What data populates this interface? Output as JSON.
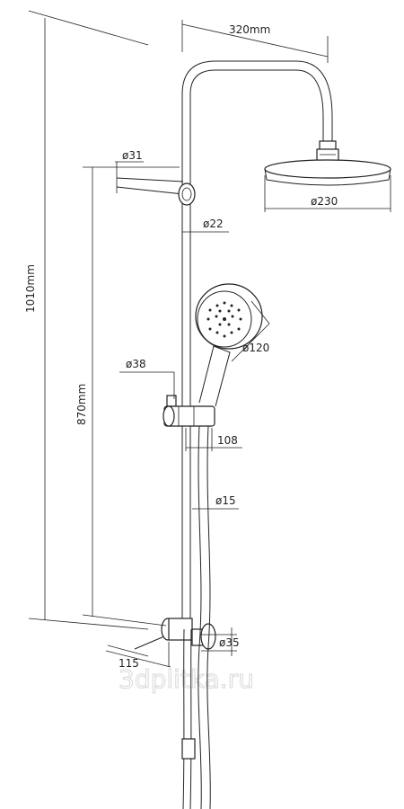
{
  "dimensions": {
    "head_arm_length": "320mm",
    "head_diameter": "ø230",
    "upper_bracket_diameter": "ø31",
    "pipe_diameter": "ø22",
    "total_height": "1010mm",
    "bar_height": "870mm",
    "hand_shower_diameter": "ø120",
    "holder_diameter": "ø38",
    "holder_offset": "108",
    "hose_diameter": "ø15",
    "lower_bracket_diameter": "ø35",
    "lower_bracket_offset": "115"
  },
  "watermark": "3dplitka.ru"
}
